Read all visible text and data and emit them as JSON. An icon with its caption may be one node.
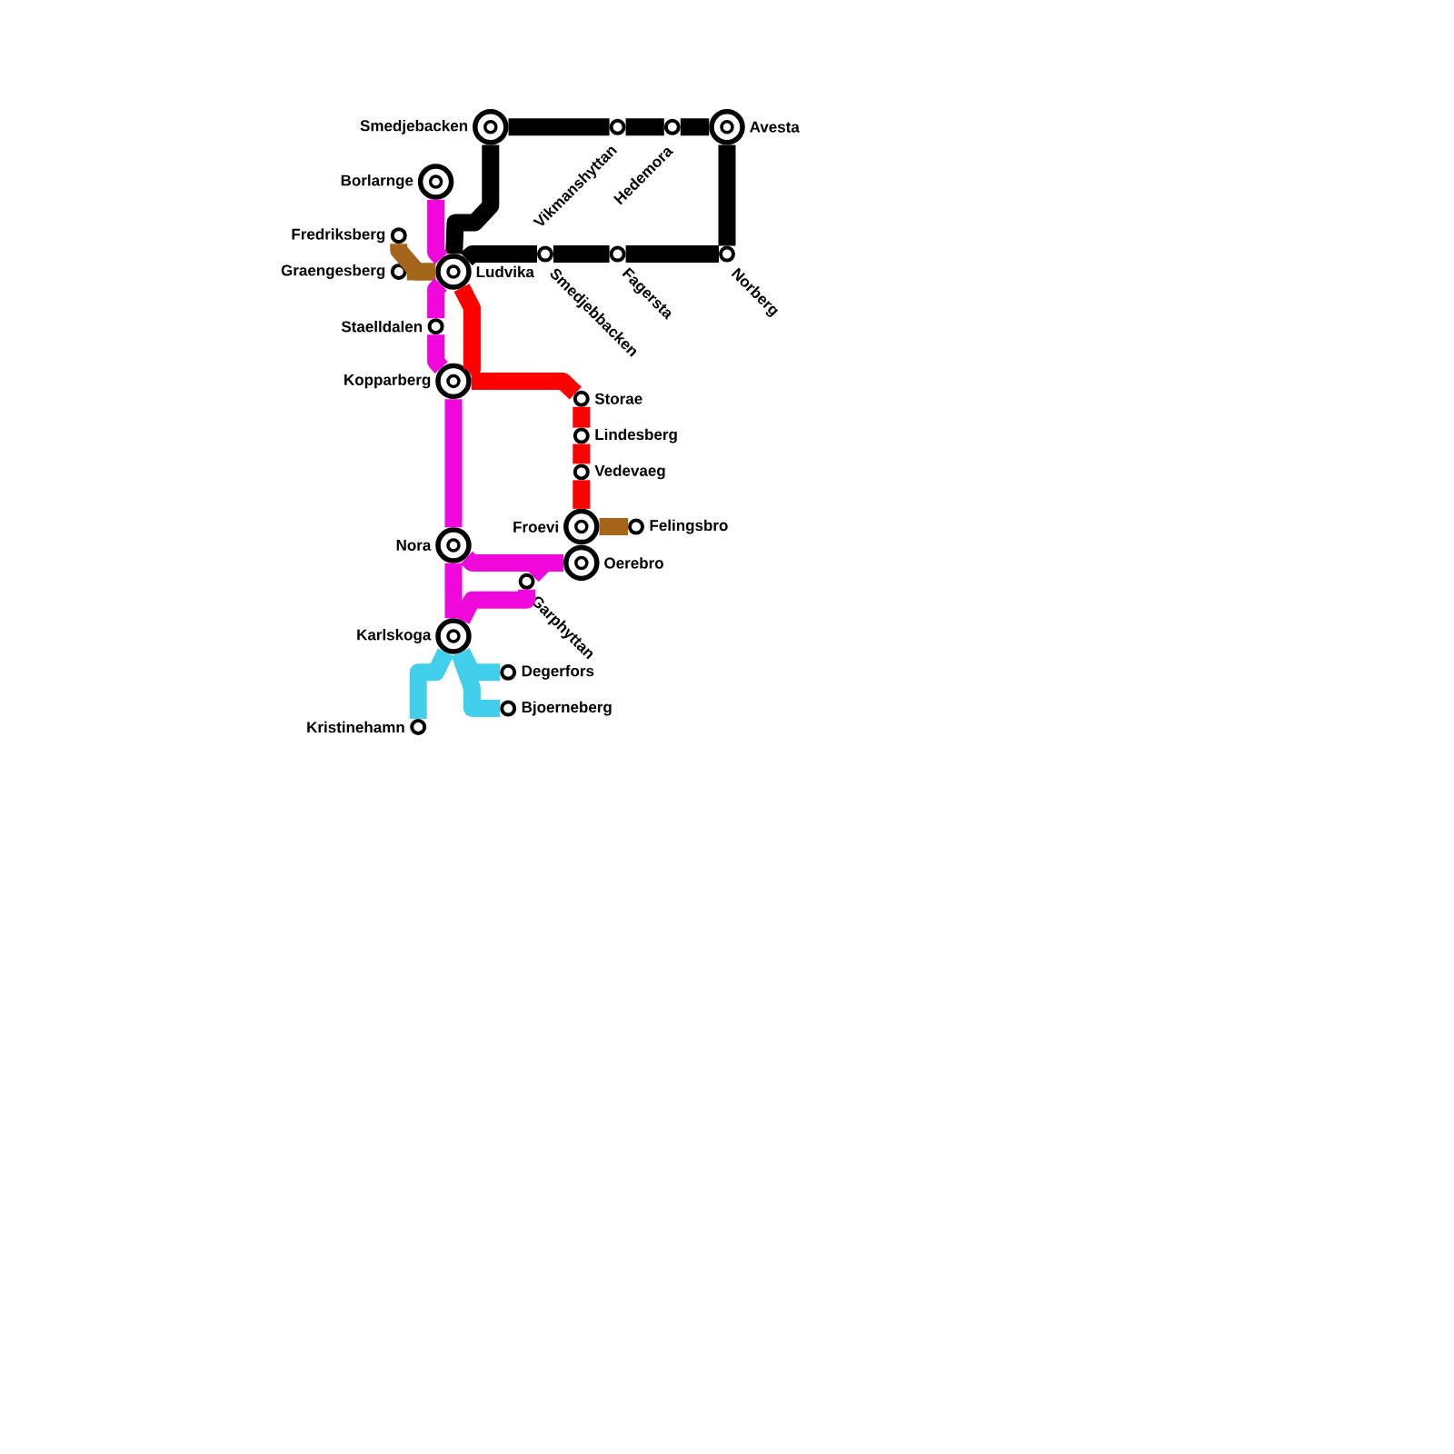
{
  "diagram": {
    "nodes": [
      {
        "text": [
          "Smedjebacken"
        ]
      },
      {
        "text": [
          "Vikmanshyttan"
        ]
      },
      {
        "text": [
          "Hedemora"
        ]
      },
      {
        "text": [
          "Avesta"
        ]
      },
      {
        "text": [
          "Borlarnge"
        ]
      },
      {
        "text": [
          "Fredriksberg"
        ]
      },
      {
        "text": [
          "Graengesberg"
        ]
      },
      {
        "text": [
          "Ludvika"
        ]
      },
      {
        "text": [
          "Smedjebbacken"
        ]
      },
      {
        "text": [
          "Fagersta"
        ]
      },
      {
        "text": [
          "Norberg"
        ]
      },
      {
        "text": [
          "Staelldalen"
        ]
      },
      {
        "text": [
          "Kopparberg"
        ]
      },
      {
        "text": [
          "Storae"
        ]
      },
      {
        "text": [
          "Lindesberg"
        ]
      },
      {
        "text": [
          "Vedevaeg"
        ]
      },
      {
        "text": [
          "Froevi"
        ]
      },
      {
        "text": [
          "Felingsbro"
        ]
      },
      {
        "text": [
          "Oerebro"
        ]
      },
      {
        "text": [
          "Nora"
        ]
      },
      {
        "text": [
          "Garphyttan"
        ]
      },
      {
        "text": [
          "Karlskoga"
        ]
      },
      {
        "text": [
          "Degerfors"
        ]
      },
      {
        "text": [
          "Bjoerneberg"
        ]
      },
      {
        "text": [
          "Kristinehamn"
        ]
      }
    ],
    "edges": [
      {
        "from": 0,
        "to": 1,
        "arrow": "none",
        "color": "#000000"
      },
      {
        "from": 1,
        "to": 2,
        "arrow": "none",
        "color": "#000000"
      },
      {
        "from": 2,
        "to": 3,
        "arrow": "none",
        "color": "#000000"
      },
      {
        "from": 3,
        "to": 10,
        "arrow": "none",
        "color": "#000000"
      },
      {
        "from": 10,
        "to": 9,
        "arrow": "none",
        "color": "#000000"
      },
      {
        "from": 9,
        "to": 8,
        "arrow": "none",
        "color": "#000000"
      },
      {
        "from": 8,
        "to": 7,
        "arrow": "none",
        "color": "#000000"
      },
      {
        "from": 0,
        "to": 7,
        "arrow": "none",
        "color": "#000000"
      },
      {
        "from": 5,
        "to": 7,
        "arrow": "none",
        "color": "#a5651a"
      },
      {
        "from": 6,
        "to": 7,
        "arrow": "none",
        "color": "#a5651a"
      },
      {
        "from": 4,
        "to": 7,
        "arrow": "none",
        "color": "#f007dc"
      },
      {
        "from": 7,
        "to": 11,
        "arrow": "none",
        "color": "#f007dc"
      },
      {
        "from": 11,
        "to": 12,
        "arrow": "none",
        "color": "#f007dc"
      },
      {
        "from": 7,
        "to": 12,
        "arrow": "none",
        "color": "#ff0000"
      },
      {
        "from": 12,
        "to": 13,
        "arrow": "none",
        "color": "#ff0000"
      },
      {
        "from": 13,
        "to": 14,
        "arrow": "none",
        "color": "#ff0000"
      },
      {
        "from": 14,
        "to": 15,
        "arrow": "none",
        "color": "#ff0000"
      },
      {
        "from": 15,
        "to": 16,
        "arrow": "none",
        "color": "#ff0000"
      },
      {
        "from": 16,
        "to": 17,
        "arrow": "none",
        "color": "#a5651a"
      },
      {
        "from": 12,
        "to": 19,
        "arrow": "none",
        "color": "#f007dc"
      },
      {
        "from": 19,
        "to": 18,
        "arrow": "none",
        "color": "#f007dc"
      },
      {
        "from": 19,
        "to": 21,
        "arrow": "none",
        "color": "#f007dc"
      },
      {
        "from": 21,
        "to": 20,
        "arrow": "none",
        "color": "#f007dc"
      },
      {
        "from": 20,
        "to": 18,
        "arrow": "none",
        "color": "#f007dc"
      },
      {
        "from": 21,
        "to": 22,
        "arrow": "none",
        "color": "#41cfeb"
      },
      {
        "from": 21,
        "to": 23,
        "arrow": "none",
        "color": "#41cfeb"
      },
      {
        "from": 21,
        "to": 24,
        "arrow": "none",
        "color": "#41cfeb"
      }
    ]
  }
}
